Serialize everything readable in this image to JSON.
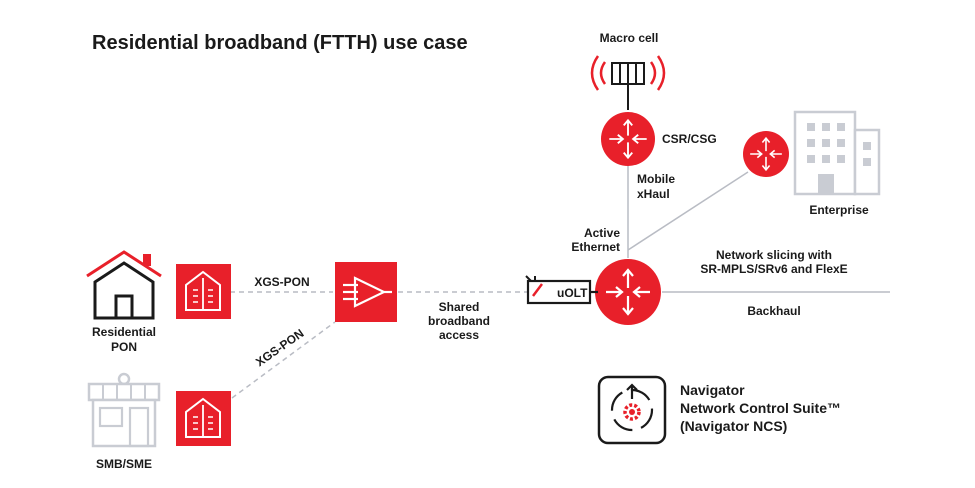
{
  "title": "Residential broadband (FTTH) use case",
  "labels": {
    "macro_cell": "Macro cell",
    "csr_csg": "CSR/CSG",
    "mobile": "Mobile",
    "xhaul": "xHaul",
    "enterprise": "Enterprise",
    "active": "Active",
    "ethernet": "Ethernet",
    "slicing_1": "Network slicing with",
    "slicing_2": "SR-MPLS/SRv6 and FlexE",
    "backhaul": "Backhaul",
    "xgs_pon_top": "XGS-PON",
    "xgs_pon_diag": "XGS-PON",
    "shared_1": "Shared",
    "shared_2": "broadband",
    "shared_3": "access",
    "uolt": "uOLT",
    "residential_1": "Residential",
    "residential_2": "PON",
    "smb": "SMB/SME",
    "nav_1": "Navigator",
    "nav_2": "Network Control Suite™",
    "nav_3": "(Navigator NCS)"
  },
  "colors": {
    "accent_red": "#e8202a",
    "line_gray": "#b9bcc4",
    "icon_dark": "#1a1a1a",
    "building_gray": "#c9ccd3"
  },
  "icons": [
    "macro-cell-tower-icon",
    "router-icon",
    "enterprise-building-icon",
    "house-icon",
    "shop-icon",
    "ont-icon",
    "splitter-icon",
    "uolt-icon",
    "navigator-ncs-icon"
  ]
}
